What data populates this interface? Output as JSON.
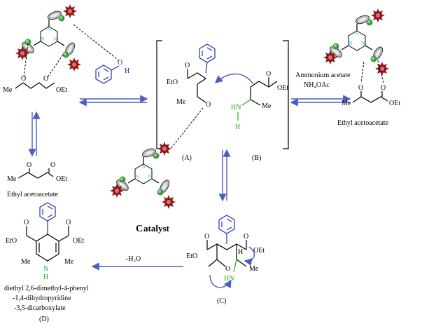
{
  "labels": {
    "ethyl_acetoacetate_left": "Ethyl acetoacetate",
    "ethyl_acetoacetate_right": "Ethyl acetoacetate",
    "ammonium_acetate": "Ammonium acetate",
    "nh4oac": "NH₄OAc",
    "catalyst_C": "C",
    "catalyst_rest": "atalyst",
    "label_A": "(A)",
    "label_B": "(B)",
    "label_C": "(C)",
    "label_D": "(D)",
    "water_loss": "-H₂O",
    "product_line1": "diethyl 2,6-dimethyl-4-phenyl",
    "product_line2": "-1,4-dihydropyridine",
    "product_line3": "-3,5-dicarboxylate",
    "me": "Me",
    "oet": "OEt",
    "eto": "EtO",
    "o": "O",
    "h": "H",
    "n": "N",
    "hn": "HN",
    "nh": "NH"
  },
  "colors": {
    "arrow": "#4a5fc0",
    "benzene": "#2233aa",
    "nitrogen": "#22aa22",
    "catalyst_star": "#8b1a1a",
    "triazine_n": "#22cccc"
  }
}
